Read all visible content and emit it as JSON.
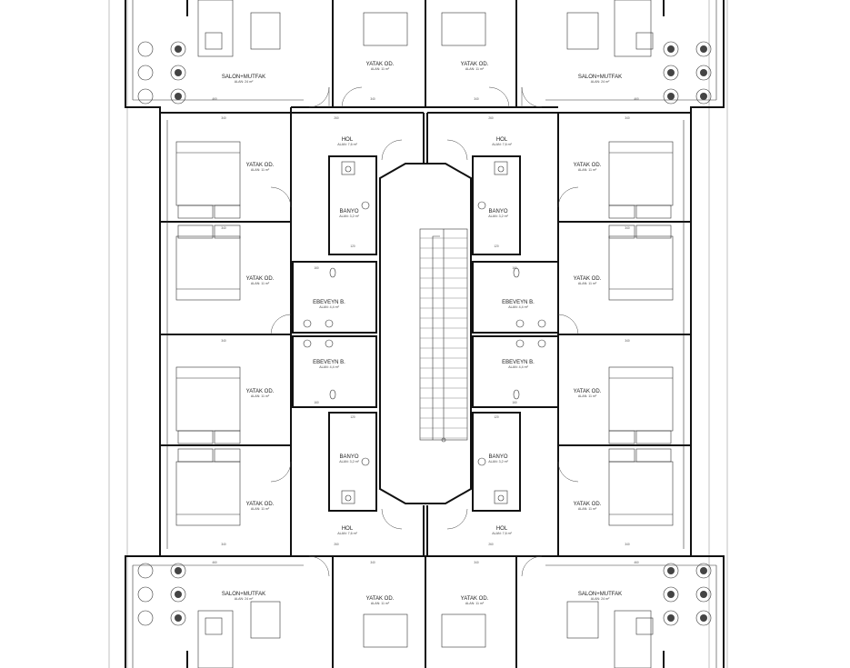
{
  "rooms": [
    {
      "id": "r0",
      "name": "SALON+MUTFAK",
      "area": "ALAN: 24 m²",
      "dims": [
        "460"
      ]
    },
    {
      "id": "r1",
      "name": "YATAK OD.",
      "area": "ALAN: 11 m²",
      "dims": [
        "340"
      ]
    },
    {
      "id": "r2",
      "name": "YATAK OD.",
      "area": "ALAN: 11 m²",
      "dims": [
        "340"
      ]
    },
    {
      "id": "r3",
      "name": "SALON+MUTFAK",
      "area": "ALAN: 24 m²",
      "dims": [
        "460"
      ]
    },
    {
      "id": "r4",
      "name": "HOL",
      "area": "ALAN: 7,6 m²",
      "dims": [
        "260"
      ]
    },
    {
      "id": "r5",
      "name": "HOL",
      "area": "ALAN: 7,6 m²",
      "dims": [
        "260"
      ]
    },
    {
      "id": "r6",
      "name": "YATAK OD.",
      "area": "ALAN: 11 m²",
      "dims": [
        "340"
      ]
    },
    {
      "id": "r7",
      "name": "YATAK OD.",
      "area": "ALAN: 11 m²",
      "dims": [
        "340"
      ]
    },
    {
      "id": "r8",
      "name": "BANYO",
      "area": "ALAN: 3,2 m²",
      "dims": [
        "120"
      ]
    },
    {
      "id": "r9",
      "name": "BANYO",
      "area": "ALAN: 3,2 m²",
      "dims": [
        "120"
      ]
    },
    {
      "id": "r10",
      "name": "YATAK OD.",
      "area": "ALAN: 11 m²",
      "dims": [
        "340"
      ]
    },
    {
      "id": "r11",
      "name": "YATAK OD.",
      "area": "ALAN: 11 m²",
      "dims": [
        "340"
      ]
    },
    {
      "id": "r12",
      "name": "EBEVEYN B.",
      "area": "ALAN: 4,4 m²",
      "dims": [
        "160"
      ]
    },
    {
      "id": "r13",
      "name": "EBEVEYN B.",
      "area": "ALAN: 4,4 m²",
      "dims": [
        "160"
      ]
    },
    {
      "id": "r14",
      "name": "EBEVEYN B.",
      "area": "ALAN: 4,4 m²",
      "dims": [
        "160"
      ]
    },
    {
      "id": "r15",
      "name": "EBEVEYN B.",
      "area": "ALAN: 4,4 m²",
      "dims": [
        "160"
      ]
    },
    {
      "id": "r16",
      "name": "YATAK OD.",
      "area": "ALAN: 11 m²",
      "dims": [
        "340"
      ]
    },
    {
      "id": "r17",
      "name": "YATAK OD.",
      "area": "ALAN: 11 m²",
      "dims": [
        "340"
      ]
    },
    {
      "id": "r18",
      "name": "BANYO",
      "area": "ALAN: 3,2 m²",
      "dims": [
        "120"
      ]
    },
    {
      "id": "r19",
      "name": "BANYO",
      "area": "ALAN: 3,2 m²",
      "dims": [
        "120"
      ]
    },
    {
      "id": "r20",
      "name": "YATAK OD.",
      "area": "ALAN: 11 m²",
      "dims": [
        "340"
      ]
    },
    {
      "id": "r21",
      "name": "YATAK OD.",
      "area": "ALAN: 11 m²",
      "dims": [
        "340"
      ]
    },
    {
      "id": "r22",
      "name": "HOL",
      "area": "ALAN: 7,6 m²",
      "dims": [
        "260"
      ]
    },
    {
      "id": "r23",
      "name": "HOL",
      "area": "ALAN: 7,6 m²",
      "dims": [
        "260"
      ]
    },
    {
      "id": "r24",
      "name": "SALON+MUTFAK",
      "area": "ALAN: 24 m²",
      "dims": [
        "460"
      ]
    },
    {
      "id": "r25",
      "name": "YATAK OD.",
      "area": "ALAN: 11 m²",
      "dims": [
        "340"
      ]
    },
    {
      "id": "r26",
      "name": "YATAK OD.",
      "area": "ALAN: 11 m²",
      "dims": [
        "340"
      ]
    },
    {
      "id": "r27",
      "name": "SALON+MUTFAK",
      "area": "ALAN: 24 m²",
      "dims": [
        "460"
      ]
    }
  ],
  "colors": {
    "wall": "#111111",
    "line": "#333333",
    "paper": "#ffffff"
  }
}
